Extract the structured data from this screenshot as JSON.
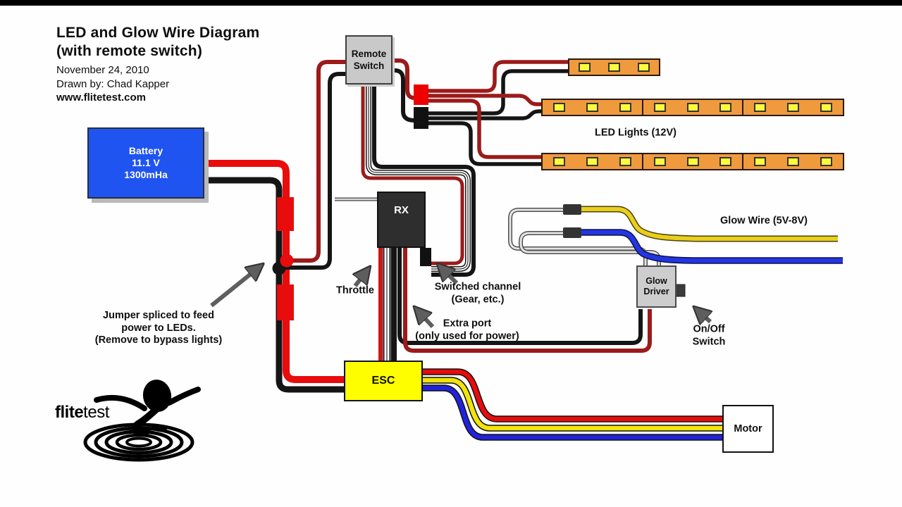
{
  "header": {
    "title_line1": "LED and Glow Wire Diagram",
    "title_line2": "(with remote switch)",
    "date": "November 24, 2010",
    "drawn_by": "Drawn by: Chad Kapper",
    "website": "www.flitetest.com"
  },
  "components": {
    "battery": {
      "label": "Battery",
      "voltage": "11.1 V",
      "capacity": "1300mHa",
      "color": "#2054F0"
    },
    "remote_switch": {
      "label": "Remote Switch",
      "color": "#C9C9C9"
    },
    "rx": {
      "label": "RX",
      "color": "#2E2E2E"
    },
    "esc": {
      "label": "ESC",
      "color": "#FEFE00"
    },
    "motor": {
      "label": "Motor",
      "color": "#FFFFFF"
    },
    "glow_driver": {
      "label": "Glow Driver",
      "color": "#CDCDCD"
    }
  },
  "annotations": {
    "led_lights": "LED Lights (12V)",
    "glow_wire": "Glow Wire (5V-8V)",
    "jumper": {
      "lines": [
        "Jumper spliced to feed",
        "power to LEDs.",
        "(Remove to bypass lights)"
      ]
    },
    "throttle": "Throttle",
    "switched_channel": {
      "lines": [
        "Switched channel",
        "(Gear, etc.)"
      ]
    },
    "extra_port": {
      "lines": [
        "Extra port",
        "(only used for power)"
      ]
    },
    "onoff_switch": {
      "lines": [
        "On/Off",
        "Switch"
      ]
    }
  },
  "logo": {
    "text_bold": "flite",
    "text_light": "test"
  },
  "led_strips": {
    "strip_small": {
      "segments": 1,
      "leds_per_segment": 3
    },
    "strip_top_long": {
      "segments": 3,
      "leds_per_segment": 3
    },
    "strip_bottom_long": {
      "segments": 3,
      "leds_per_segment": 3
    },
    "strip_color": "#F09A3E",
    "led_color": "#FCFC3C"
  },
  "wire_colors": {
    "power_positive": "#E80C0C",
    "power_negative": "#151515",
    "led_feed_positive": "#9C1A1A",
    "servo_lead": "#FFFFFF",
    "glow_yellow": "#E9CF1A",
    "glow_blue": "#2336E2",
    "motor_red": "#E80C0C",
    "motor_yellow": "#F2E30A",
    "motor_blue": "#2222DD"
  }
}
